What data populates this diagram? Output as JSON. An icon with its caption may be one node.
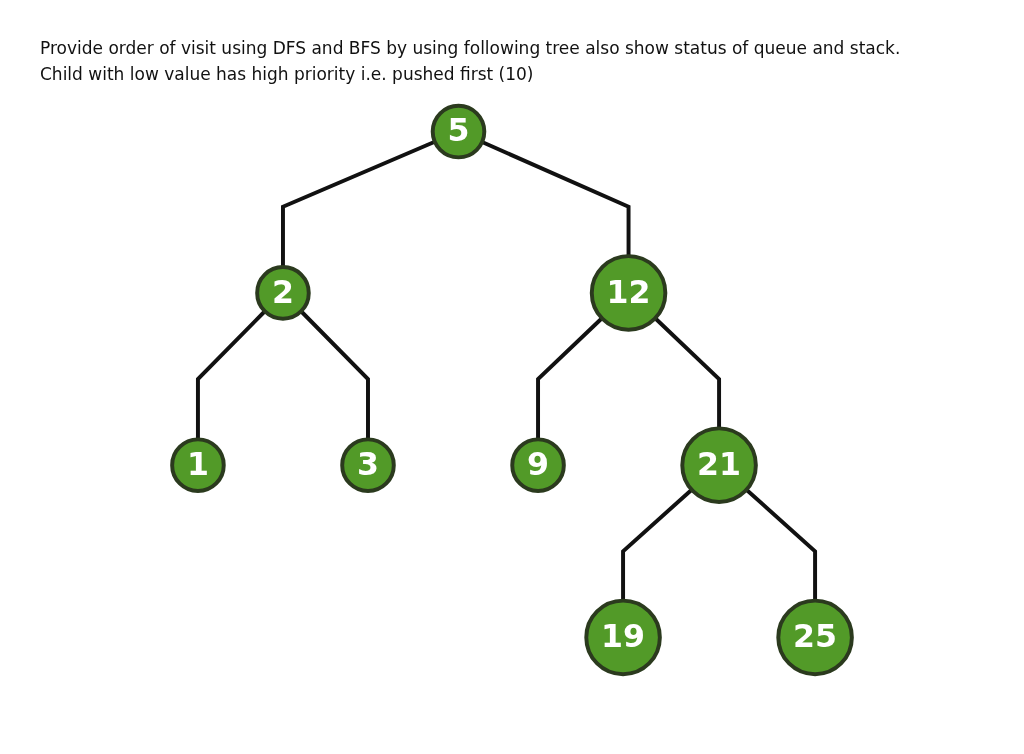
{
  "diagram": {
    "nodes": [
      {
        "text": [
          "5"
        ]
      },
      {
        "text": [
          "2"
        ]
      },
      {
        "text": [
          "12"
        ]
      },
      {
        "text": [
          "1"
        ]
      },
      {
        "text": [
          "3"
        ]
      },
      {
        "text": [
          "9"
        ]
      },
      {
        "text": [
          "21"
        ]
      },
      {
        "text": [
          "19"
        ]
      },
      {
        "text": [
          "25"
        ]
      }
    ],
    "edges": [
      {
        "from": 0,
        "to": 1,
        "arrow": "none"
      },
      {
        "from": 0,
        "to": 2,
        "arrow": "none"
      },
      {
        "from": 1,
        "to": 3,
        "arrow": "none"
      },
      {
        "from": 1,
        "to": 4,
        "arrow": "none"
      },
      {
        "from": 2,
        "to": 5,
        "arrow": "none"
      },
      {
        "from": 2,
        "to": 6,
        "arrow": "none"
      },
      {
        "from": 6,
        "to": 7,
        "arrow": "none"
      },
      {
        "from": 6,
        "to": 8,
        "arrow": "none"
      }
    ],
    "labels": [
      "Provide order of visit using DFS and BFS by using following tree also show status of queue and stack.",
      "Child with low value has high priority i.e. pushed first (10)"
    ]
  }
}
